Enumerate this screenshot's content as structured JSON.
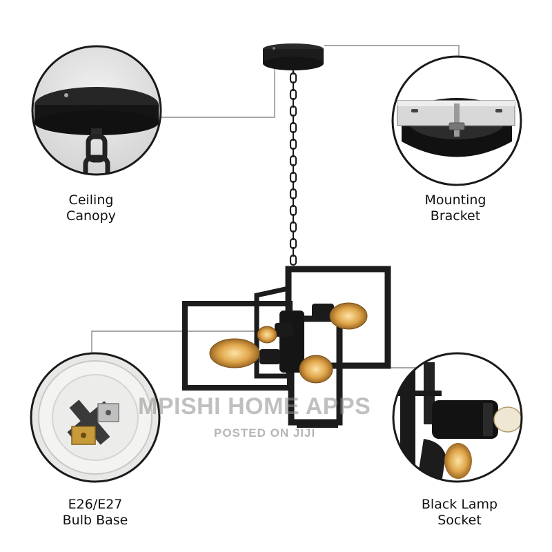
{
  "labels": {
    "ceiling_canopy": [
      "Ceiling",
      "Canopy"
    ],
    "mounting_bracket": [
      "Mounting",
      "Bracket"
    ],
    "bulb_base": [
      "E26/E27",
      "Bulb Base"
    ],
    "lamp_socket": [
      "Black Lamp",
      "Socket"
    ]
  },
  "watermark": {
    "line1": "MPISHI HOME APPS",
    "line2": "POSTED ON JIJI"
  },
  "colors": {
    "metal": "#1c1c1c",
    "leader_line": "#8a8a8a",
    "bulb_glow": "#e0a54a"
  }
}
